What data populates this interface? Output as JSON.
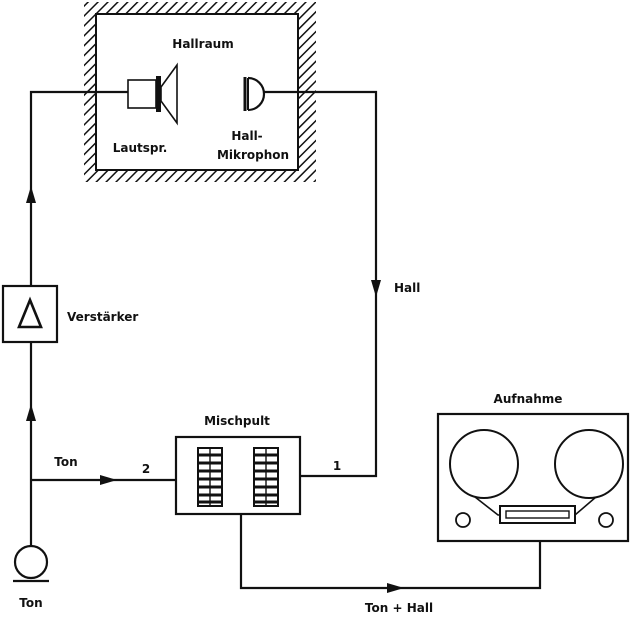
{
  "labels": {
    "hallraum": "Hallraum",
    "lautsprecher": "Lautspr.",
    "hall_mic_line1": "Hall-",
    "hall_mic_line2": "Mikrophon",
    "verstaerker": "Verstärker",
    "verstaerker_symbol": "Δ",
    "hall": "Hall",
    "mischpult": "Mischpult",
    "input_2": "2",
    "input_1": "1",
    "ton_signal": "Ton",
    "ton_source": "Ton",
    "aufnahme": "Aufnahme",
    "ton_plus_hall": "Ton + Hall"
  }
}
